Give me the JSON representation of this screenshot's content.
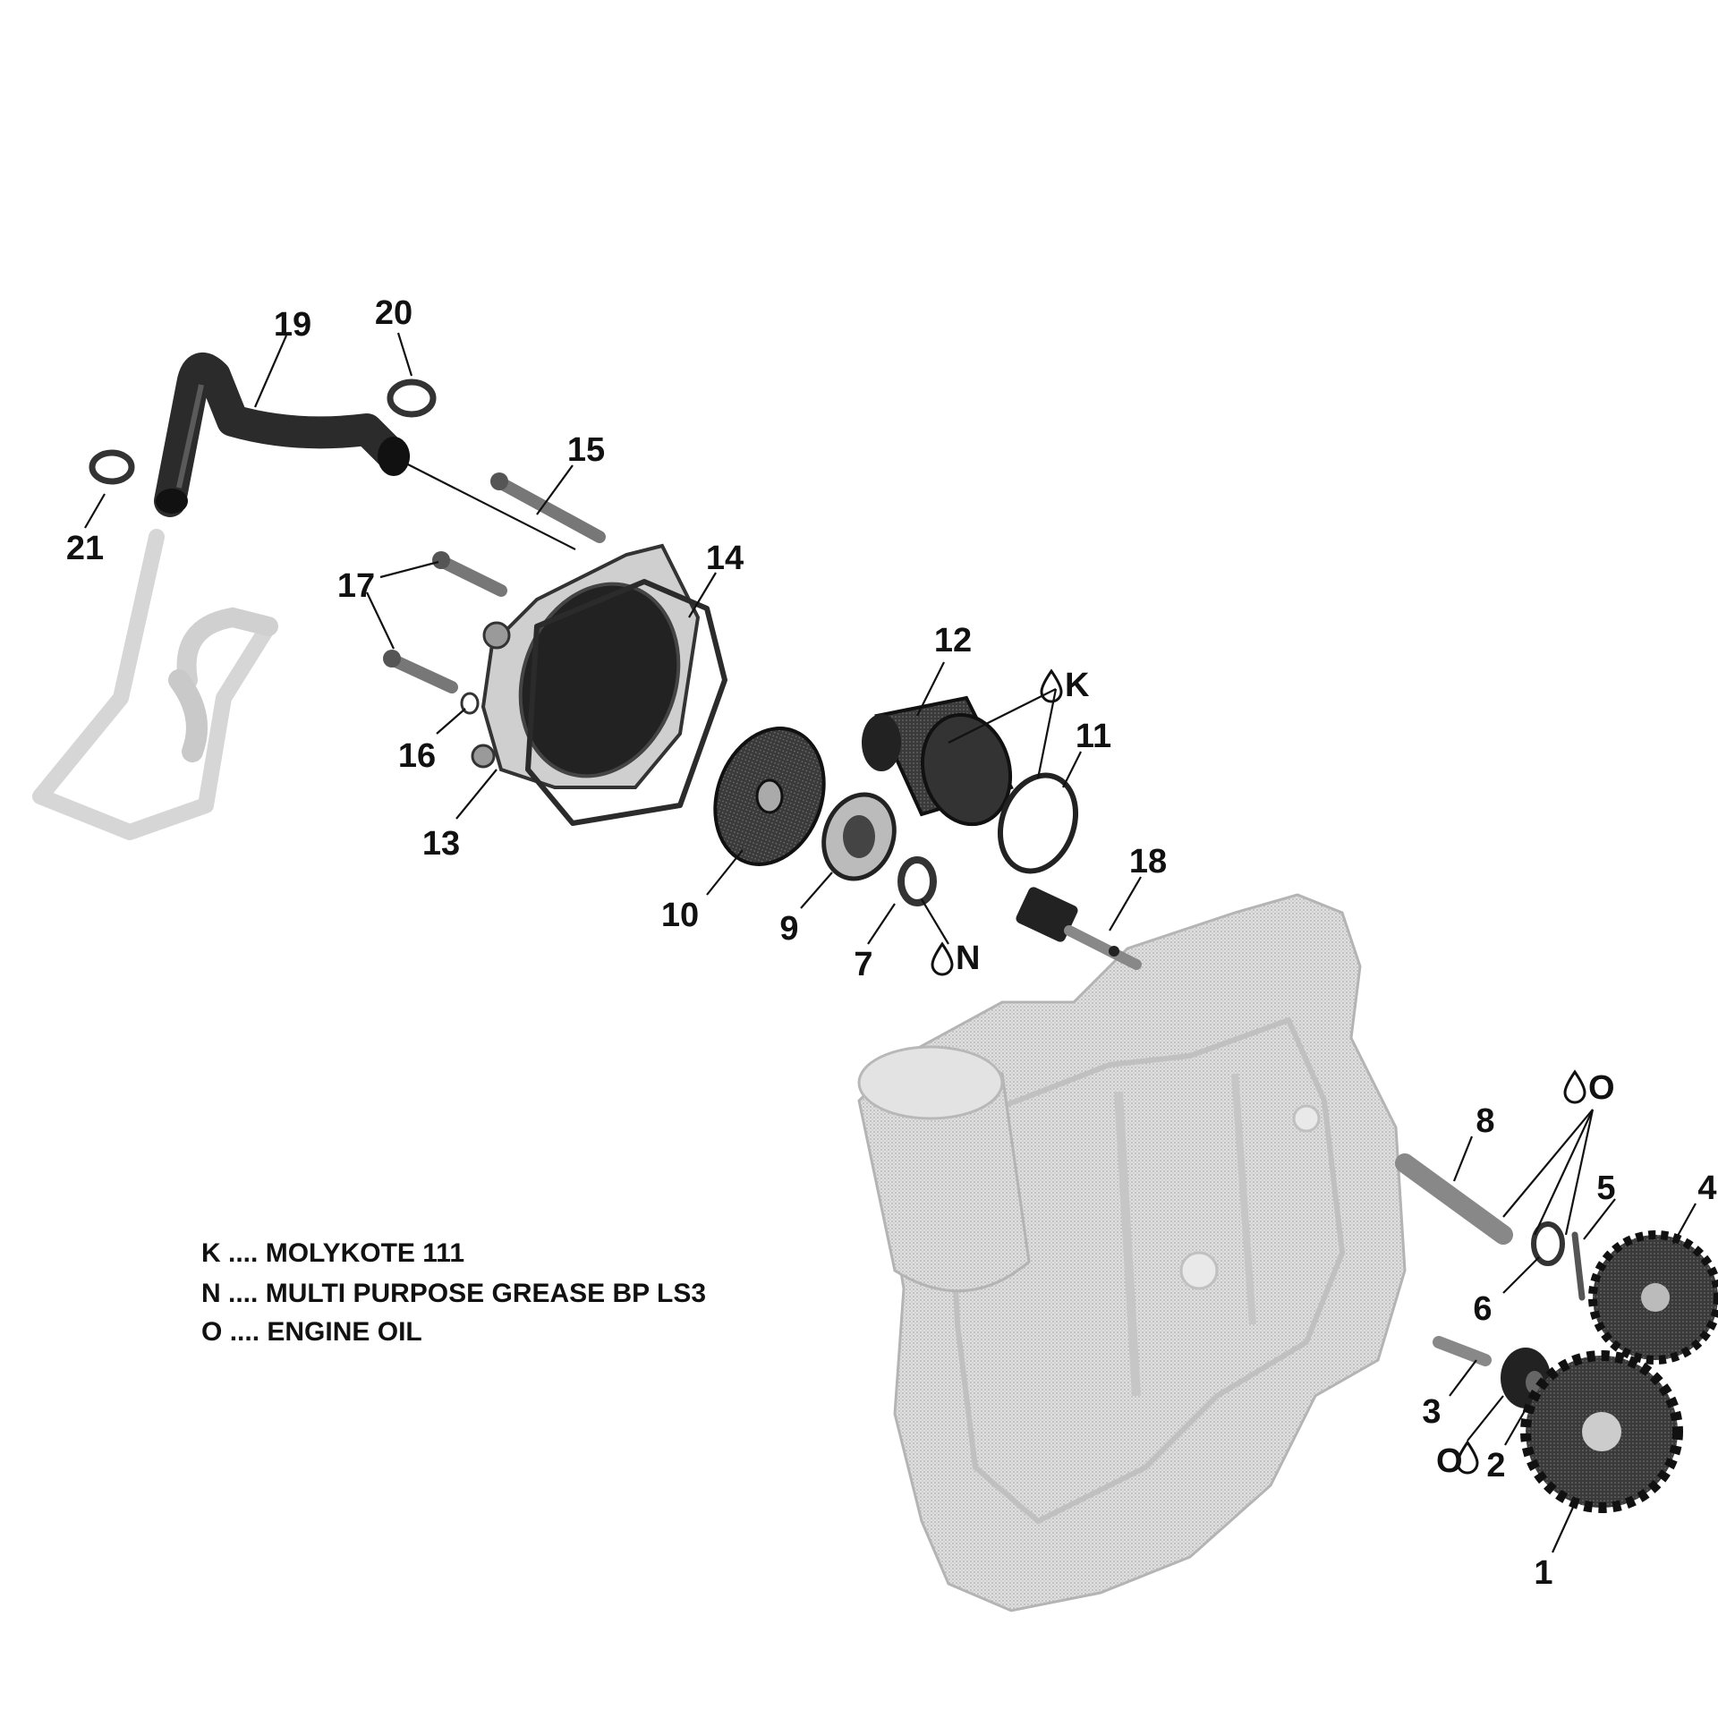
{
  "callouts": [
    "1",
    "2",
    "3",
    "4",
    "5",
    "6",
    "7",
    "8",
    "9",
    "10",
    "11",
    "12",
    "13",
    "14",
    "15",
    "16",
    "17",
    "18",
    "19",
    "20",
    "21"
  ],
  "lubricant_marks": {
    "k": "K",
    "n": "N",
    "o_top": "O",
    "o_bottom": "O"
  },
  "legend": [
    {
      "code": "K",
      "dots": "....",
      "text": "MOLYKOTE 111"
    },
    {
      "code": "N",
      "dots": "....",
      "text": "MULTI PURPOSE GREASE BP LS3"
    },
    {
      "code": "O",
      "dots": "....",
      "text": "ENGINE OIL"
    }
  ],
  "colors": {
    "ink": "#111111",
    "ghost": "#cfcfcf",
    "part": "#2b2b2b"
  }
}
